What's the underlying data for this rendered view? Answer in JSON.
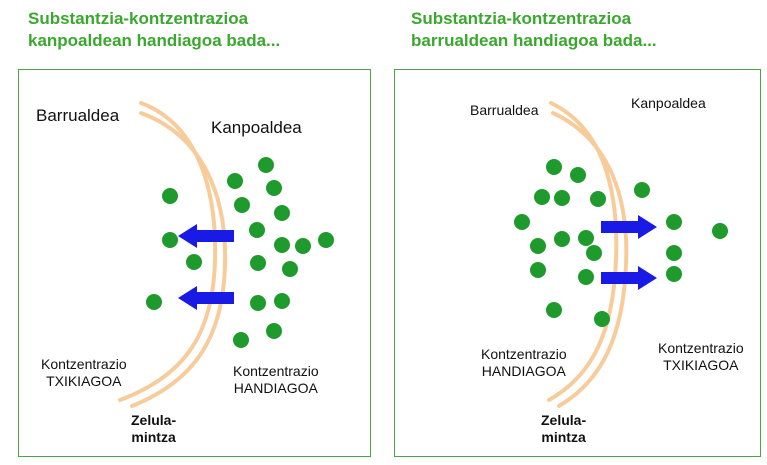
{
  "headings": {
    "left": {
      "line1": "Substantzia-kontzentrazioa",
      "line2": "kanpoaldean handiagoa bada..."
    },
    "right": {
      "line1": "Substantzia-kontzentrazioa",
      "line2": "barrualdean handiagoa bada..."
    }
  },
  "left_panel": {
    "inside_label": "Barrualdea",
    "outside_label": "Kanpoaldea",
    "low_label": {
      "line1": "Kontzentrazio",
      "line2": "TXIKIAGOA"
    },
    "high_label": {
      "line1": "Kontzentrazio",
      "line2": "HANDIAGOA"
    },
    "membrane_label": {
      "line1": "Zelula-",
      "line2": "mintza"
    },
    "arrow_direction": "inward"
  },
  "right_panel": {
    "inside_label": "Barrualdea",
    "outside_label": "Kanpoaldea",
    "high_label": {
      "line1": "Kontzentrazio",
      "line2": "HANDIAGOA"
    },
    "low_label": {
      "line1": "Kontzentrazio",
      "line2": "TXIKIAGOA"
    },
    "membrane_label": {
      "line1": "Zelula-",
      "line2": "mintza"
    },
    "arrow_direction": "outward"
  },
  "colors": {
    "heading": "#3aa82e",
    "panel_border": "#4ea24a",
    "particle": "#1f9a2c",
    "arrow": "#1a1ae6",
    "membrane": "#f8cc9a"
  }
}
